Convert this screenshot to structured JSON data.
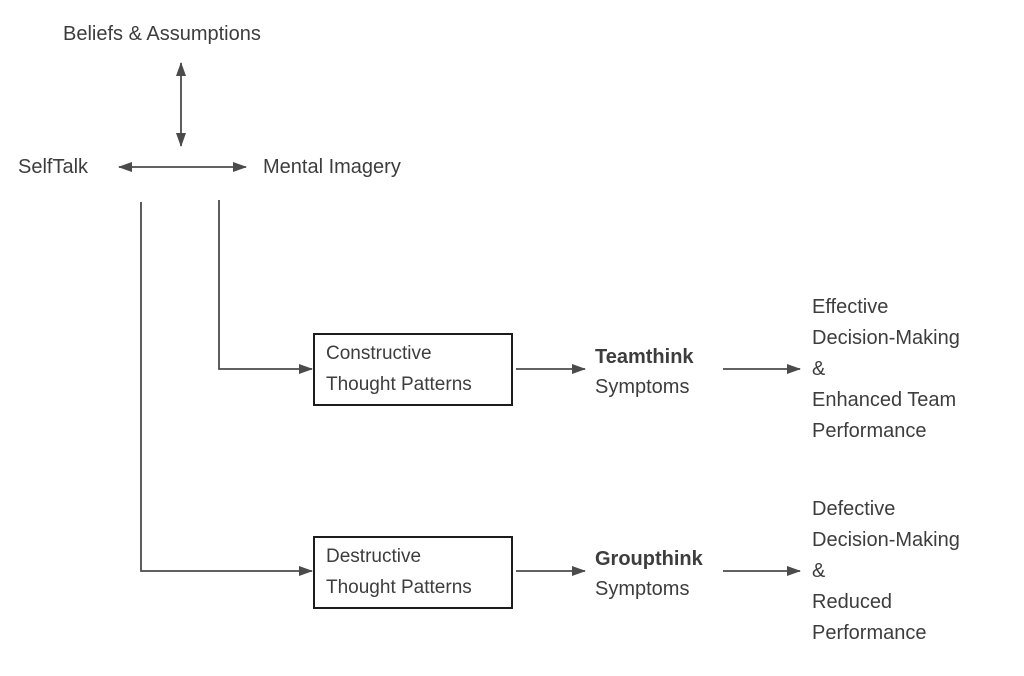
{
  "theme": {
    "background": "#ffffff",
    "text_color": "#3d3d3d",
    "line_color": "#4b4b4b",
    "box_border_color": "#1c1c1c"
  },
  "diagram": {
    "nodes": {
      "beliefs": "Beliefs & Assumptions",
      "selftalk": "SelfTalk",
      "mental_imagery": "Mental Imagery",
      "constructive_box": {
        "line1": "Constructive",
        "line2": "Thought Patterns"
      },
      "destructive_box": {
        "line1": "Destructive",
        "line2": "Thought Patterns"
      },
      "teamthink": {
        "title": "Teamthink",
        "subtitle": "Symptoms"
      },
      "groupthink": {
        "title": "Groupthink",
        "subtitle": "Symptoms"
      },
      "effective_outcome": {
        "lines": [
          "Effective",
          "Decision-Making",
          "&",
          "Enhanced Team",
          "Performance"
        ]
      },
      "defective_outcome": {
        "lines": [
          "Defective",
          "Decision-Making",
          "&",
          "Reduced",
          "Performance"
        ]
      }
    },
    "connections": [
      "Beliefs & Assumptions <-> SelfTalk / Mental Imagery",
      "SelfTalk <-> Mental Imagery",
      "Mental Imagery -> Constructive Thought Patterns",
      "SelfTalk -> Destructive Thought Patterns",
      "Constructive Thought Patterns -> Teamthink Symptoms",
      "Teamthink Symptoms -> Effective Decision-Making & Enhanced Team Performance",
      "Destructive Thought Patterns -> Groupthink Symptoms",
      "Groupthink Symptoms -> Defective Decision-Making & Reduced Performance"
    ]
  }
}
